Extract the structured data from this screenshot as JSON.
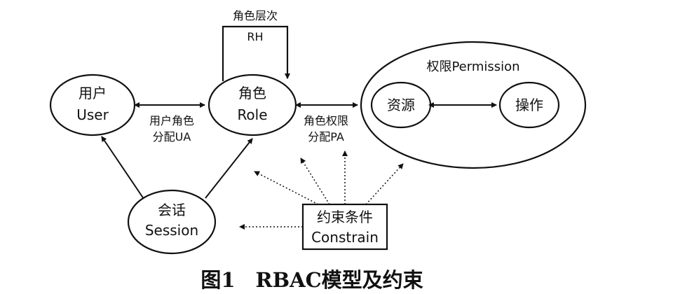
{
  "nodes": {
    "user": {
      "line1": "用户",
      "line2": "User"
    },
    "role": {
      "line1": "角色",
      "line2": "Role"
    },
    "session": {
      "line1": "会话",
      "line2": "Session"
    },
    "permission": {
      "title": "权限Permission"
    },
    "resource": {
      "label": "资源"
    },
    "operation": {
      "label": "操作"
    },
    "constraint": {
      "line1": "约束条件",
      "line2": "Constrain"
    }
  },
  "edges": {
    "role_hierarchy": {
      "line1": "角色层次",
      "line2": "RH"
    },
    "user_assignment": {
      "line1": "用户角色",
      "line2": "分配UA"
    },
    "permission_assignment": {
      "line1": "角色权限",
      "line2": "分配PA"
    }
  },
  "caption": "图1　RBAC模型及约束"
}
